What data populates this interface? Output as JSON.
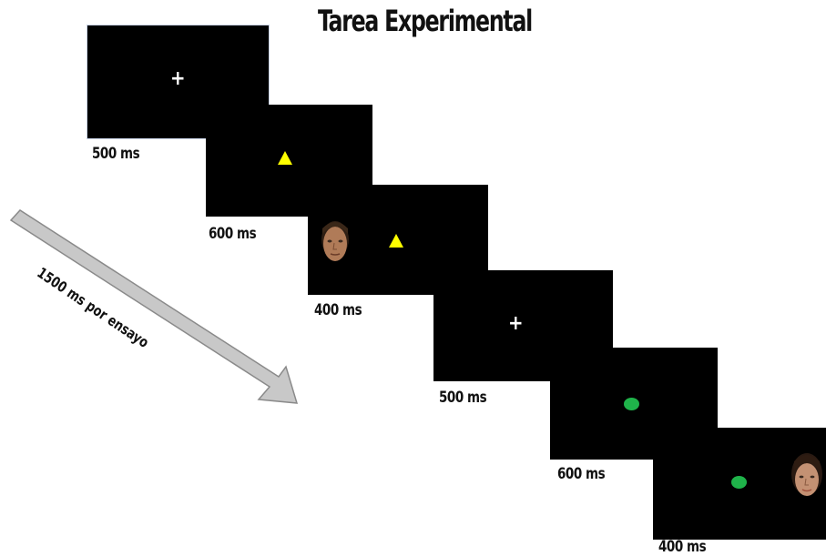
{
  "title": "Tarea Experimental",
  "arrow_label": "1500 ms por ensayo",
  "colors": {
    "screen_bg": "#000000",
    "fixation": "#ffffff",
    "triangle": "#ffff00",
    "circle": "#1fb34a",
    "arrow_fill": "#c8c8c8",
    "arrow_stroke": "#8a8a8a"
  },
  "trials": [
    {
      "frames": [
        {
          "duration": "500 ms",
          "content": [
            "fixation-cross"
          ]
        },
        {
          "duration": "600 ms",
          "content": [
            "yellow-triangle"
          ]
        },
        {
          "duration": "400 ms",
          "content": [
            "male-face",
            "yellow-triangle"
          ]
        }
      ]
    },
    {
      "frames": [
        {
          "duration": "500 ms",
          "content": [
            "fixation-cross"
          ]
        },
        {
          "duration": "600 ms",
          "content": [
            "green-circle"
          ]
        },
        {
          "duration": "400 ms",
          "content": [
            "green-circle",
            "female-face"
          ]
        }
      ]
    }
  ]
}
